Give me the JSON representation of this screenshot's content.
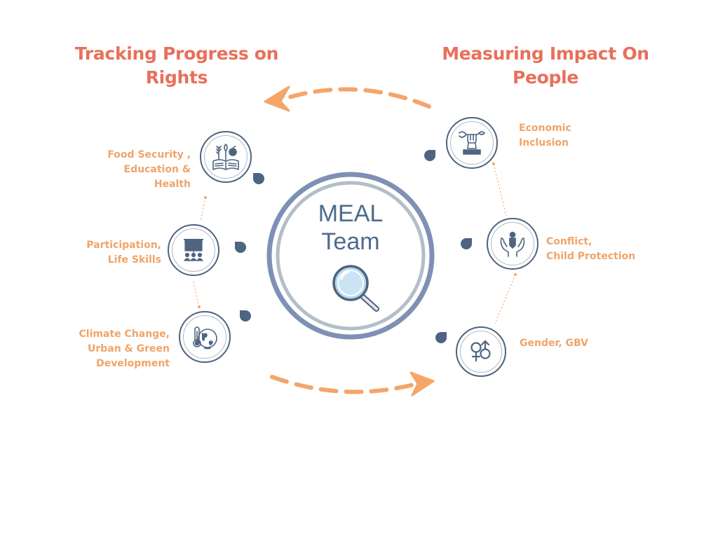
{
  "headings": {
    "left": "Tracking Progress on Rights",
    "right": "Measuring Impact On People"
  },
  "center": {
    "line1": "MEAL",
    "line2": "Team",
    "icon": "magnifying-glass-icon"
  },
  "left_items": [
    {
      "label": "Food Security ,\nEducation &\nHealth",
      "icon": "food-education-health-icon"
    },
    {
      "label": "Participation,\nLife Skills",
      "icon": "presentation-board-icon"
    },
    {
      "label": "Climate Change,\nUrban & Green\nDevelopment",
      "icon": "climate-globe-icon"
    }
  ],
  "right_items": [
    {
      "label": "Economic\nInclusion",
      "icon": "economic-tools-icon"
    },
    {
      "label": "Conflict,\nChild Protection",
      "icon": "protecting-hands-icon"
    },
    {
      "label": "Gender, GBV",
      "icon": "gender-symbols-icon"
    }
  ],
  "colors": {
    "heading": "#e8705a",
    "label": "#f0a468",
    "arrow": "#f4a56a",
    "circle_dark": "#7e90b4",
    "circle_light": "#b4bec8",
    "icon_stroke": "#4e6480",
    "drop": "#4e6480"
  }
}
